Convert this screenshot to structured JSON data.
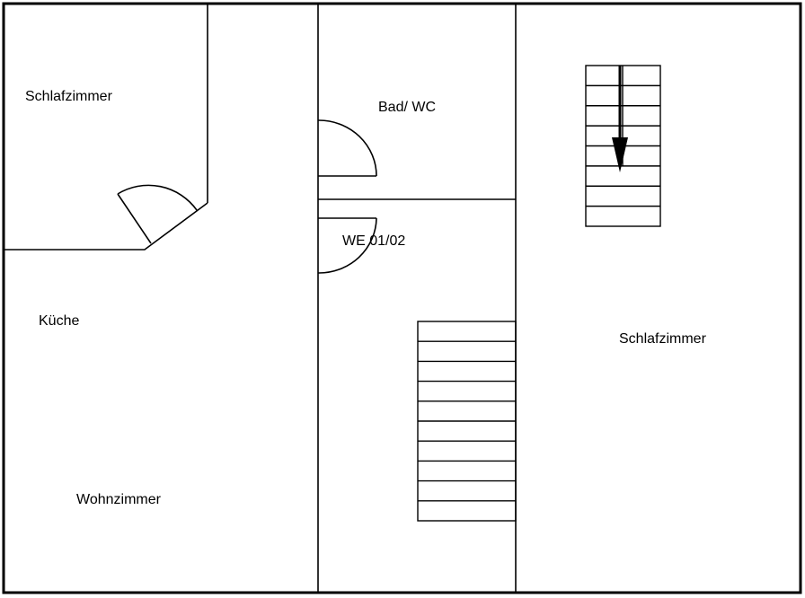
{
  "rooms": {
    "bedroom_left": "Schlafzimmer",
    "kitchen": "Küche",
    "living_room": "Wohnzimmer",
    "bathroom": "Bad/ WC",
    "unit": "WE 01/02",
    "bedroom_right": "Schlafzimmer"
  },
  "colors": {
    "line": "#000000",
    "background": "#ffffff"
  },
  "icons": {
    "stair_direction": "arrow-down-icon"
  }
}
